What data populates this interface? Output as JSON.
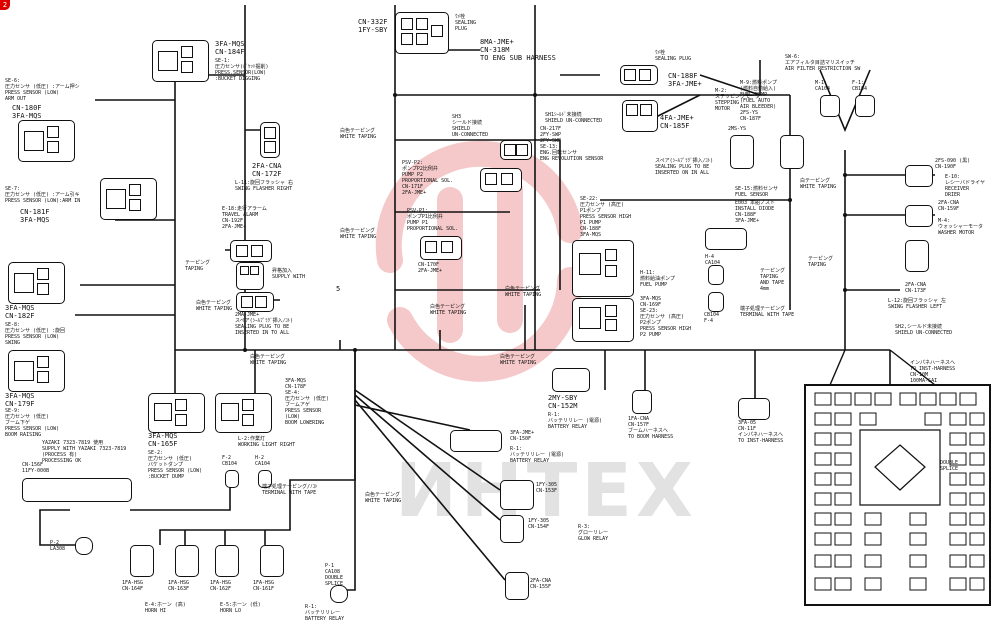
{
  "corner_badge": "2",
  "watermark": "ИНТЕХ",
  "labels": {
    "cn332": "CN-332F\n1FY-SBY",
    "plug_top": "ｳﾒ栓\nSEALING\nPLUG",
    "cn318": "8MA-JME+\nCN-318M\nTO ENG SUB HARNESS",
    "cn184": "3FA-MQS\nCN-184F",
    "se1": "SE-1:\n圧力センサ(ﾊﾞｹｯﾄ掘削)\nPRESS.SENSOR(LOW)\n:BUCKET DIGGING",
    "se6": "SE-6:\n圧力センサ (低圧) :アーム押シ\nPRESS SENSOR (LOW)\nARM OUT",
    "cn180": "CN-180F\n3FA-MQS",
    "se7": "SE-7:\n圧力センサ (低圧) :アーム引キ\nPRESS SENSOR (LOW):ARM IN",
    "cn181": "CN-181F\n3FA-MQS",
    "tape1": "白色テーピング\nWHITE TAPING",
    "cn172": "2FA-CNA\nCN-172F",
    "l11": "L-11:旋回フラッシャ 右\nSWING FLASHER RIGHT",
    "cn182": "3FA-MQS\nCN-182F",
    "se8": "SE-8:\n圧力センサ (低圧) :旋回\nPRESS SENSOR (LOW)\nSWING",
    "e18": "E-18:走行アラーム\nTRAVEL ALARM\nCN-192F\n2FA-JME+",
    "tape_l": "テーピング\nTAPING",
    "supply": "昇格加入\nSUPPLY WITH",
    "cn179": "3FA-MQS\nCN-179F",
    "se9": "SE-9:\n圧力センサ (低圧)\nブーム下ゲ\nPRESS SENSOR (LOW)\nBOOM RAISING",
    "tape2": "白色テーピング\nWHITE TAPING",
    "sealing": "2MA-JME+\nスペア(ｼｰﾙﾌﾟﾗｸﾞ挿入ﾉｺﾄ)\nSEALING PLUG TO BE\nINSERTED IN TO ALL",
    "num5": "5",
    "sh3": "SH3\nシールド接続\nSHIELD\nUN-CONNECTED",
    "sh1": "SH1ｼｰﾙﾄﾞ未接続\nSHIELD UN-CONNECTED",
    "cn217": "CN-217F\n2FY-SWP\n2FY-SWP\nSE-13:\nENG.回転センサ\nENG REVOLUTION SENSOR",
    "psv2": "PSV-P2:\nポンプP2比例弁\nPUMP P2\nPROPORTIONAL SOL.\nCN-171F\n2FA-JME+",
    "psv1": "PSV-P1:\nポンプP1比例弁\nPUMP P1\nPROPORTIONAL SOL.",
    "cn170": "CN-170F\n2FA-JME+",
    "tape3": "白色テーピング\nWHITE TAPING",
    "tape4": "白色テーピング\nWHITE TAPING",
    "se22": "SE-22:\n圧力センサ (高圧)\nP1ポンプ\nPRESS SENSOR HIGH\nP1 PUMP\nCN-188F\n3FA-MQS",
    "h11": "H-11:\n燃料給油ポンプ\nFUEL PUMP",
    "cn169": "3FA-MQS\nCN-169F\nSE-23:\n圧力センサ (高圧)\nP2ポンプ\nPRESS SENSOR HIGH\nP2 PUMP",
    "tape5": "白色テーピング\nWHITE TAPING",
    "plug_r": "ｳﾒ栓\nSEALING PLUG",
    "cn188": "CN-188F\n3FA-JME+",
    "m2": "M-2:\nステッピングモータ\nSTEPPING\nMOTOR",
    "cn185": "4FA-JME+\nCN-185F",
    "m9": "M-9:燃料ポンプ\n(燃料自動給入)\nFUEL PUMP\n(FUEL AUTO\nAIR BLEEDER)\n2FS-YS\nCN-187F",
    "sw6": "SW-6:\nエアフィルタ目詰マリスイッチ\nAIR FILTER RESTRICTION SW",
    "m1": "M-1:\nCA104",
    "f1": "F-1:\nCB104",
    "cn_ys": "2MS-YS",
    "spare": "スペア(ｼｰﾙﾌﾟﾗｸﾞ挿入ﾉｺﾄ)\nSEALING PLUG TO BE\nINSERTED ON IN ALL",
    "tape6": "白テーピング\nWHITE TAPING",
    "se15": "SE-15:燃料センサ\nFUEL SENSOR",
    "e003": "E003 本船ノスト\nINSTALL DIODE\nCN-188F\n3FA-JME+",
    "cn190": "2FS-090 (黒)\nCN-190F",
    "e10": "E-10:\nレシーバドライヤ\nRECEIVER\nDRIER",
    "cn159": "2FA-CNA\nCN-159F",
    "m4": "M-4:\nウォッシャーモータ\nWASHER MOTOR",
    "tape7": "テーピング\nTAPING",
    "cn173": "2FA-CNA\nCN-173F",
    "l12": "L-12:旋回フラッシャ 左\nSWING FLASHER LEFT",
    "h4": "H-4\nCA104",
    "cb104": "CB104\nF-4",
    "tape8": "テーピング\nTAPING\nAND TAPE\n4mm",
    "term": "端子処理テーピング\nTERMINAL WITH TAPE",
    "sh2": "SH2,シールド未接続\nSHIELD UN-CONNECTED",
    "inst1": "インパネハーネスへ\nTO INST-HARNESS\nCN-10M\n100MA-SAI",
    "tape9": "白色テーピング\nWHITE TAPING",
    "tape10": "白色テーピング\nWHITE TAPING",
    "cn178": "3FA-MQS\nCN-178F\nSE-4:\n圧力センサ (低圧)\nブームアゲ\nPRESS SENSOR\n(LOW)\nBOOM LOWERING",
    "cn165": "3FA-MQS\nCN-165F",
    "se2": "SE-2:\n圧力センサ (低圧)\nバケットダンプ\nPRESS SENSOR (LOW)\n:BUCKET DUMP",
    "yazaki": "YAZAKI 7323-7819 使用\nSUPPLY WITH YAZAKI 7323-7819\n(PROCESS 有)\nPROCESSING OK",
    "cn156": "CN-156F\n11FY-000B",
    "l2": "L-2:作業灯\nWORKING LIGHT RIGHT",
    "f2": "F-2\nCB104",
    "h2": "H-2\nCA104",
    "term2": "端子処理テーピング/ﾉｺﾄ\nTERMINAL WITH TAPE",
    "cn152": "2MY-SBY\nCN-152M",
    "r1a": "R-1:\nバッテリリレー (電源)\nBATTERY RELAY",
    "tape11": "白色テーピング\nWHITE TAPING",
    "cn150": "3FA-JME+\nCN-150F",
    "r1b": "R-1:\nバッテリリレー (電源)\nBATTERY RELAY",
    "cn157": "1FA-CNA\nCN-157F\nブームハーネスへ\nTO BOOM HARNESS",
    "cn11": "3FA-05\nCN-11F\nインパネハーネスへ\nTO INST-HARNESS",
    "cn153": "1FY-305\nCN-153F",
    "cn154": "1FY-305\nCN-154F",
    "r3": "R-3:\nグローリレー\nGLOW RELAY",
    "cn155": "2FA-CNA\nCN-155F",
    "p2": "P-2\nLA308",
    "p1": "P-1\nCA108\nDOUBLE\nSPLICE",
    "r1c": "R-1:\nバッテリリレー\nBATTERY RELAY",
    "cn164": "1FA-HSG\nCN-164F",
    "cn163": "1FA-HSG\nCN-163F",
    "cn162": "1FA-HSG\nCN-162F",
    "cn161": "1FA-HSG\nCN-161F",
    "e4": "E-4:ホーン (高)\nHORN HI",
    "e5": "E-5:ホーン (低)\nHORN LO",
    "double": "DOUBLE\nSPLICE"
  }
}
